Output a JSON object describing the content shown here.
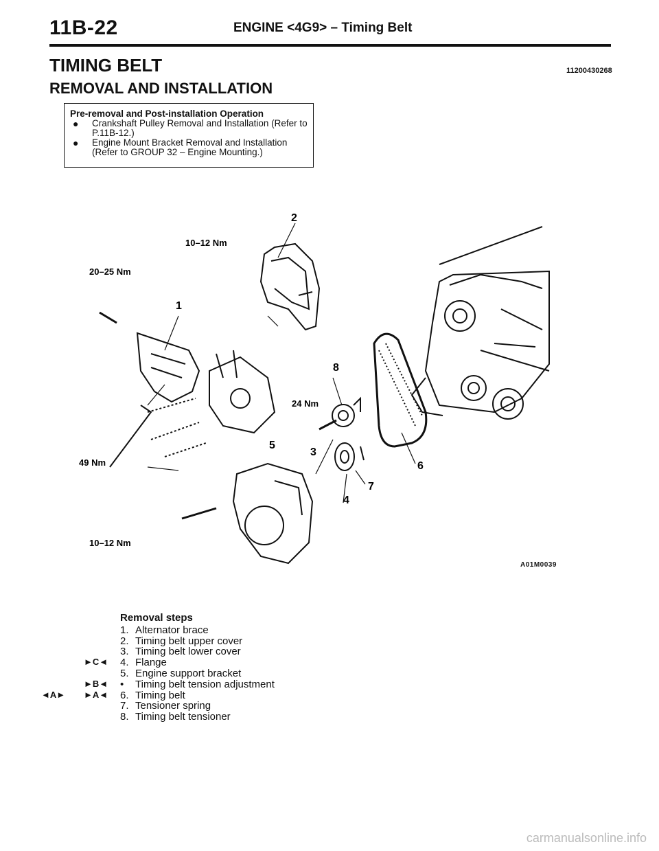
{
  "header": {
    "page": "11B-22",
    "title": "ENGINE <4G9> – Timing Belt"
  },
  "section_title": "TIMING BELT",
  "subtitle": "REMOVAL AND INSTALLATION",
  "doc_code": "11200430268",
  "pre_removal": {
    "heading": "Pre-removal and Post-installation Operation",
    "items": [
      "Crankshaft Pulley Removal and Installation (Refer to P.11B-12.)",
      "Engine Mount Bracket Removal and Installation (Refer to GROUP 32 – Engine Mounting.)"
    ]
  },
  "diagram": {
    "callouts": [
      "1",
      "2",
      "3",
      "4",
      "5",
      "6",
      "7",
      "8"
    ],
    "torques": [
      "20–25 Nm",
      "10–12 Nm",
      "24 Nm",
      "49 Nm",
      "10–12 Nm"
    ],
    "figure_code": "A01M0039"
  },
  "removal": {
    "heading": "Removal steps",
    "steps": [
      {
        "num": "1.",
        "text": "Alternator brace",
        "mark": ""
      },
      {
        "num": "2.",
        "text": "Timing belt upper cover",
        "mark": ""
      },
      {
        "num": "3.",
        "text": "Timing belt lower cover",
        "mark": ""
      },
      {
        "num": "4.",
        "text": "Flange",
        "mark": "►C◄"
      },
      {
        "num": "5.",
        "text": "Engine support bracket",
        "mark": ""
      },
      {
        "num": "•",
        "text": "Timing belt tension adjustment",
        "mark": "►B◄"
      },
      {
        "num": "6.",
        "text": "Timing belt",
        "mark": "►A◄"
      },
      {
        "num": "7.",
        "text": "Tensioner spring",
        "mark": ""
      },
      {
        "num": "8.",
        "text": "Timing belt tensioner",
        "mark": ""
      }
    ],
    "left_mark": "◄A►"
  },
  "footer": "carmanualsonline.info"
}
